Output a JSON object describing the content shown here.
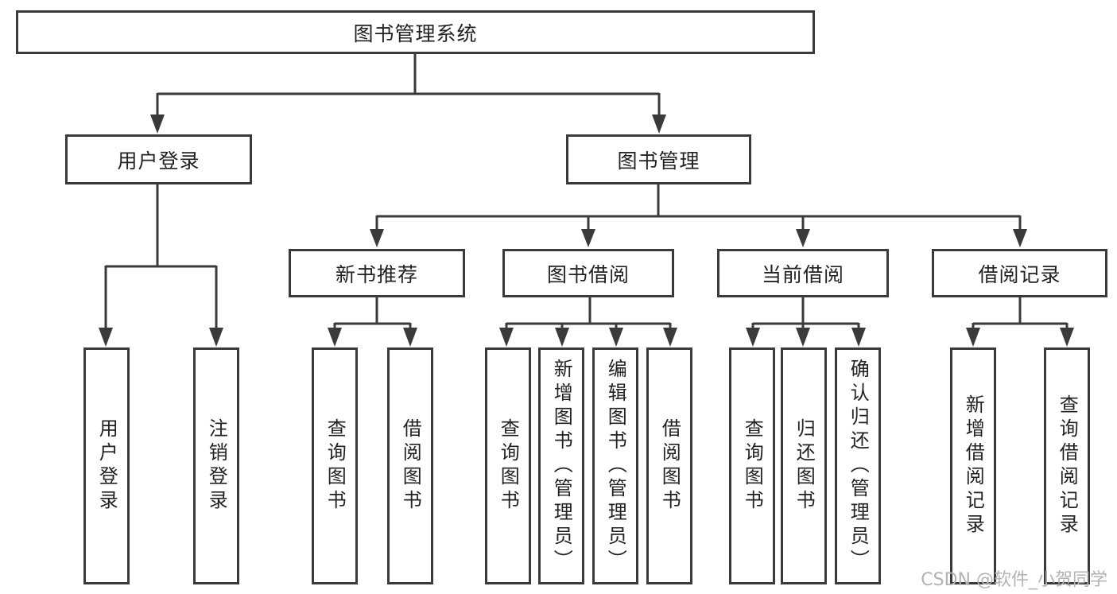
{
  "diagram": {
    "root": {
      "label": "图书管理系统"
    },
    "level1": [
      {
        "label": "用户登录"
      },
      {
        "label": "图书管理"
      }
    ],
    "level2": [
      {
        "label": "新书推荐"
      },
      {
        "label": "图书借阅"
      },
      {
        "label": "当前借阅"
      },
      {
        "label": "借阅记录"
      }
    ],
    "leaves": {
      "user_login": [
        {
          "label": "用户登录"
        },
        {
          "label": "注销登录"
        }
      ],
      "new_book_recommend": [
        {
          "label": "查询图书"
        },
        {
          "label": "借阅图书"
        }
      ],
      "book_borrowing": [
        {
          "label": "查询图书"
        },
        {
          "label": "新增图书（管理员）"
        },
        {
          "label": "编辑图书（管理员）"
        },
        {
          "label": "借阅图书"
        }
      ],
      "current_borrowing": [
        {
          "label": "查询图书"
        },
        {
          "label": "归还图书"
        },
        {
          "label": "确认归还（管理员）"
        }
      ],
      "borrowing_records": [
        {
          "label": "新增借阅记录"
        },
        {
          "label": "查询借阅记录"
        }
      ]
    }
  },
  "watermark": {
    "text": "CSDN @软件_小贺同学"
  },
  "colors": {
    "line": "#3a3a3a",
    "box_border": "#3a3a3a",
    "text": "#222222",
    "watermark": "#b3b3b3",
    "background": "#ffffff"
  }
}
